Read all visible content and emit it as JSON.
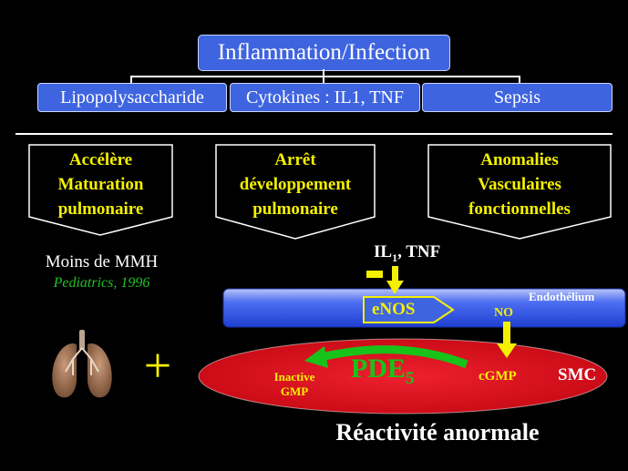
{
  "top": {
    "title": "Inflammation/Infection"
  },
  "causes": [
    "Lipopolysaccharide",
    "Cytokines : IL1, TNF",
    "Sepsis"
  ],
  "effects": [
    {
      "lines": [
        "Accélère",
        "Maturation",
        "pulmonaire"
      ]
    },
    {
      "lines": [
        "Arrêt",
        "développement",
        "pulmonaire"
      ]
    },
    {
      "lines": [
        "Anomalies",
        "Vasculaires",
        "fonctionnelles"
      ]
    }
  ],
  "reference": {
    "text": "Moins de MMH",
    "citation": "Pediatrics, 1996"
  },
  "mechanism": {
    "il1_label": "IL",
    "il1_sub": "1",
    "il1_rest": ", TNF",
    "minus": "-",
    "endothelium": "Endothélium",
    "enos": "eNOS",
    "no": "NO",
    "cgmp": "cGMP",
    "smc": "SMC",
    "pde": "PDE",
    "pde_sub": "5",
    "inactive_line1": "Inactive",
    "inactive_line2": "GMP"
  },
  "plus": "+",
  "conclusion": "Réactivité anormale",
  "colors": {
    "box_blue": "#3f64e0",
    "yellow": "#f4f000",
    "red": "#e0101a",
    "green": "#19c219",
    "background": "#000000"
  }
}
